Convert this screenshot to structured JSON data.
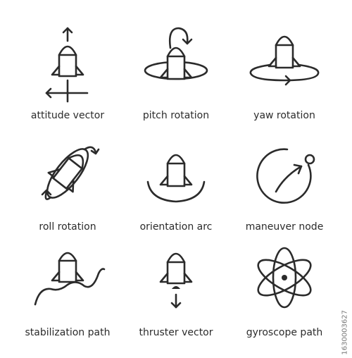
{
  "icons": [
    {
      "id": "attitude-vector",
      "label": "attitude vector"
    },
    {
      "id": "pitch-rotation",
      "label": "pitch rotation"
    },
    {
      "id": "yaw-rotation",
      "label": "yaw rotation"
    },
    {
      "id": "roll-rotation",
      "label": "roll rotation"
    },
    {
      "id": "orientation-arc",
      "label": "orientation arc"
    },
    {
      "id": "maneuver-node",
      "label": "maneuver node"
    },
    {
      "id": "stabilization-path",
      "label": "stabilization path"
    },
    {
      "id": "thruster-vector",
      "label": "thruster vector"
    },
    {
      "id": "gyroscope-path",
      "label": "gyroscope path"
    }
  ],
  "watermark": "1630003627",
  "colors": {
    "stroke": "#2b2b2b",
    "background": "#ffffff"
  }
}
